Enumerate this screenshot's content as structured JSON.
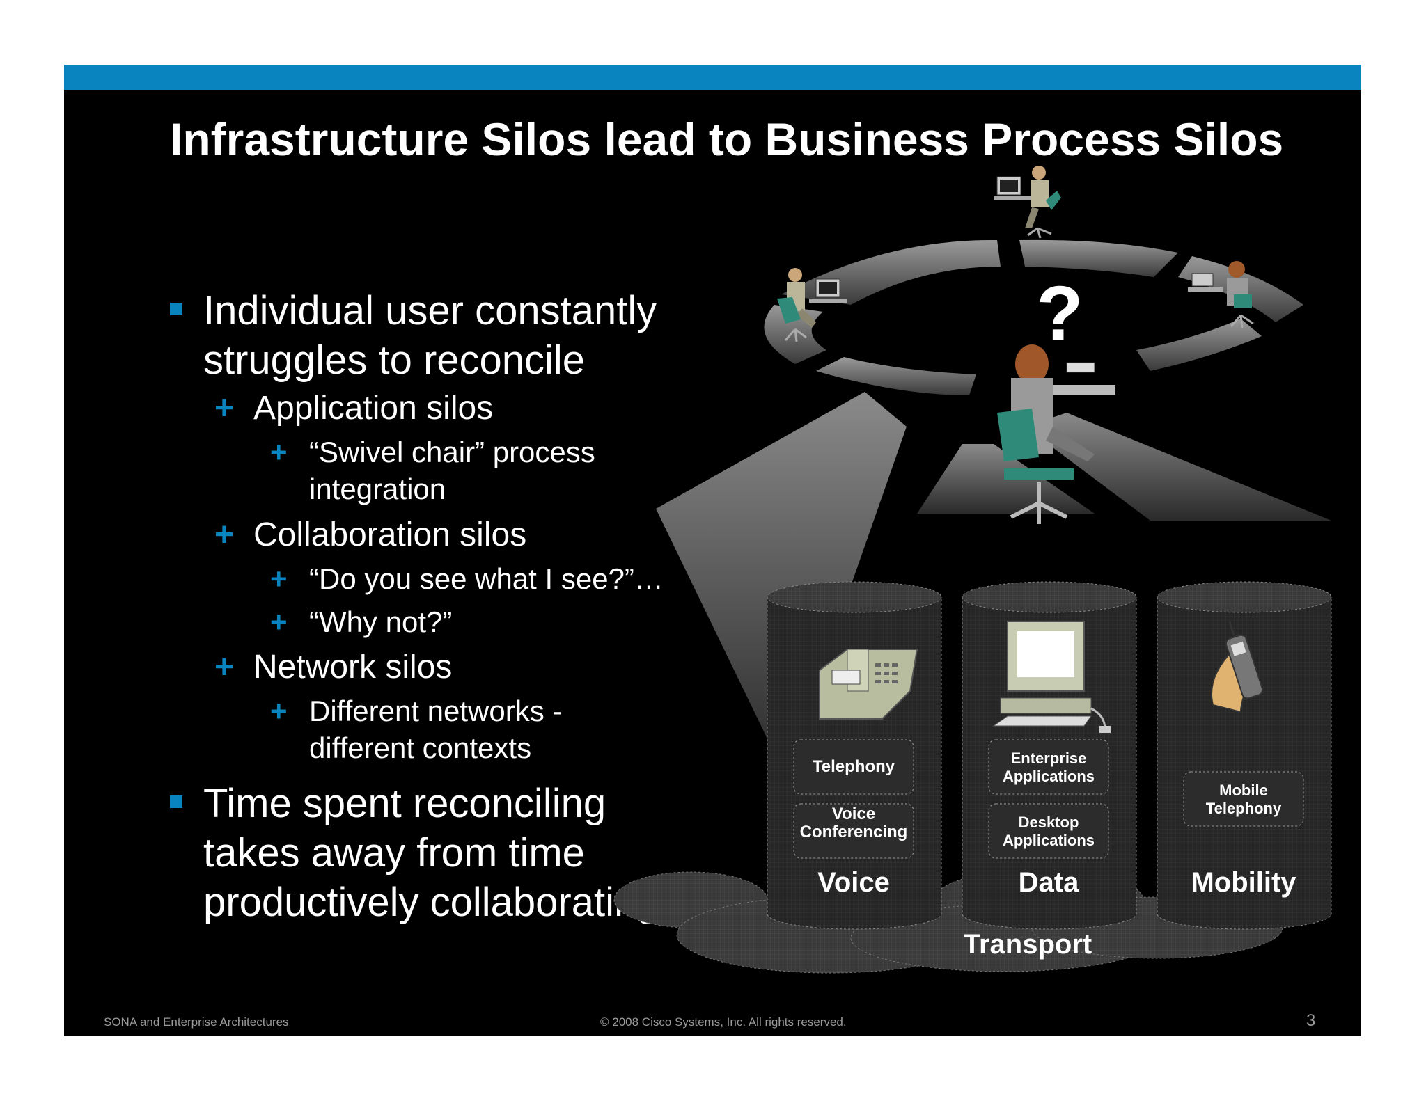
{
  "title": "Infrastructure Silos lead to Business Process Silos",
  "bullets": [
    {
      "level": 1,
      "text": "Individual user constantly struggles to reconcile"
    },
    {
      "level": 2,
      "text": "Application silos"
    },
    {
      "level": 3,
      "text": "“Swivel chair” process integration"
    },
    {
      "level": 2,
      "text": "Collaboration silos"
    },
    {
      "level": 3,
      "text": "“Do you see what I see?”…"
    },
    {
      "level": 3,
      "text": "“Why not?”"
    },
    {
      "level": 2,
      "text": "Network silos"
    },
    {
      "level": 3,
      "text": "Different networks - different contexts"
    },
    {
      "level": 1,
      "text": "Time spent reconciling takes away from time productively collaborating"
    }
  ],
  "diagram": {
    "question_mark": "?",
    "silos": [
      {
        "name": "Voice",
        "boxes": [
          "Telephony",
          "Voice Conferencing"
        ],
        "icon": "telephone-icon"
      },
      {
        "name": "Data",
        "boxes": [
          "Enterprise Applications",
          "Desktop Applications"
        ],
        "icon": "computer-icon"
      },
      {
        "name": "Mobility",
        "boxes": [
          "Mobile Telephony"
        ],
        "icon": "mobile-phone-icon"
      }
    ],
    "transport_label": "Transport"
  },
  "footer": {
    "left": "SONA and Enterprise Architectures",
    "center": "© 2008 Cisco Systems, Inc. All rights reserved.",
    "page": "3"
  },
  "colors": {
    "accent": "#0a84bf",
    "background": "#000000",
    "text": "#ffffff"
  }
}
